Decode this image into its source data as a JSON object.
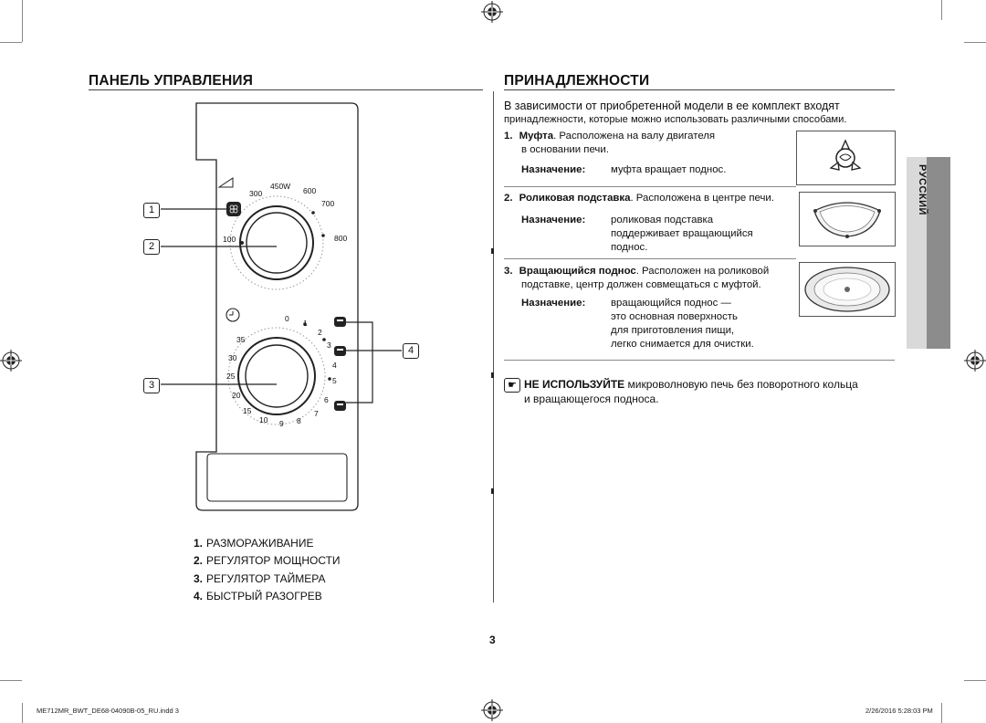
{
  "left": {
    "heading": "ПАНЕЛЬ УПРАВЛЕНИЯ",
    "callouts": [
      "1",
      "2",
      "3",
      "4"
    ],
    "power_dial": {
      "labels": [
        "300",
        "450W",
        "600",
        "700",
        "800",
        "100"
      ]
    },
    "timer_dial": {
      "labels": [
        "0",
        "1",
        "2",
        "3",
        "4",
        "5",
        "6",
        "7",
        "8",
        "9",
        "10",
        "15",
        "20",
        "25",
        "30",
        "35"
      ]
    },
    "legend": [
      {
        "num": "1.",
        "text": "РАЗМОРАЖИВАНИЕ"
      },
      {
        "num": "2.",
        "text": "РЕГУЛЯТОР МОЩНОСТИ"
      },
      {
        "num": "3.",
        "text": "РЕГУЛЯТОР ТАЙМЕРА"
      },
      {
        "num": "4.",
        "text": "БЫСТРЫЙ РАЗОГРЕВ"
      }
    ]
  },
  "right": {
    "heading": "ПРИНАДЛЕЖНОСТИ",
    "intro_1": "В зависимости от приобретенной модели в ее комплект входят",
    "intro_2": "принадлежности, которые можно использовать различными способами.",
    "items": [
      {
        "num": "1.",
        "name": "Муфта",
        "desc_1": ". Расположена на валу двигателя",
        "desc_2": "в основании печи.",
        "purpose_label": "Назначение:",
        "purpose": [
          "муфта вращает поднос."
        ]
      },
      {
        "num": "2.",
        "name": "Роликовая подставка",
        "desc_1": ". Расположена в центре печи.",
        "purpose_label": "Назначение:",
        "purpose": [
          "роликовая подставка",
          "поддерживает вращающийся",
          "поднос."
        ]
      },
      {
        "num": "3.",
        "name": "Вращающийся поднос",
        "desc_1": ". Расположен на роликовой",
        "desc_2": "подставке, центр должен совмещаться с муфтой.",
        "purpose_label": "Назначение:",
        "purpose": [
          "вращающийся поднос —",
          "это основная поверхность",
          "для приготовления пищи,",
          "легко снимается для очистки."
        ]
      }
    ],
    "warning_bold": "НЕ ИСПОЛЬЗУЙТЕ",
    "warning_1": " микроволновую печь без поворотного кольца",
    "warning_2": "и вращающегося подноса."
  },
  "side_tab": "РУССКИЙ",
  "page_number": "3",
  "footer_left": "ME712MR_BWT_DE68-04090B-05_RU.indd   3",
  "footer_right": "2/26/2016   5:28:03 PM",
  "icons": [
    "registration-mark-icon",
    "defrost-icon",
    "clock-icon",
    "note-hand-icon"
  ]
}
